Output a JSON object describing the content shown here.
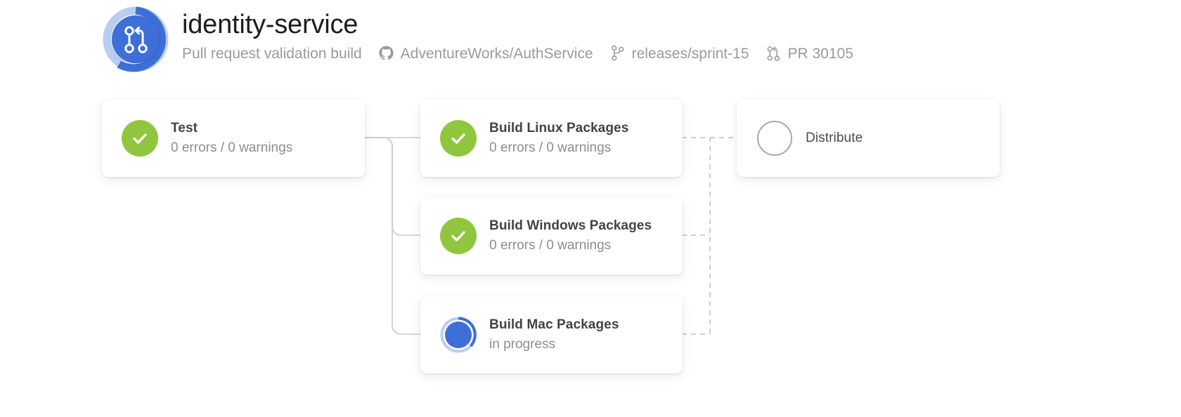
{
  "header": {
    "logo_icon": "pull-request-icon",
    "title": "identity-service",
    "subtitle": "Pull request validation build",
    "meta": [
      {
        "icon": "github-icon",
        "label": "AdventureWorks/AuthService"
      },
      {
        "icon": "git-branch-icon",
        "label": "releases/sprint-15"
      },
      {
        "icon": "pull-request-icon",
        "label": "PR 30105"
      }
    ]
  },
  "colors": {
    "success": "#8fc63d",
    "running": "#3d6fd6",
    "pending": "#a8a8a8",
    "connector": "#c9c9c9",
    "title_text": "#1d1d1d",
    "meta_text": "#9a9a9a",
    "stage_title_text": "#434343",
    "stage_status_text": "#8d8d8d",
    "card_background": "#ffffff",
    "page_background": "#ffffff"
  },
  "pipeline": {
    "stages": [
      {
        "id": "test",
        "name": "Test",
        "status_text": "0 errors / 0 warnings",
        "state": "success",
        "status_icon": "check-circle-icon"
      },
      {
        "id": "build-linux",
        "name": "Build Linux Packages",
        "status_text": "0 errors / 0 warnings",
        "state": "success",
        "status_icon": "check-circle-icon"
      },
      {
        "id": "build-windows",
        "name": "Build Windows Packages",
        "status_text": "0 errors / 0 warnings",
        "state": "success",
        "status_icon": "check-circle-icon"
      },
      {
        "id": "build-mac",
        "name": "Build Mac Packages",
        "status_text": "in progress",
        "state": "running",
        "status_icon": "spinner-circle-icon"
      },
      {
        "id": "distribute",
        "name": "Distribute",
        "status_text": "",
        "state": "pending",
        "status_icon": "empty-circle-icon"
      }
    ]
  }
}
